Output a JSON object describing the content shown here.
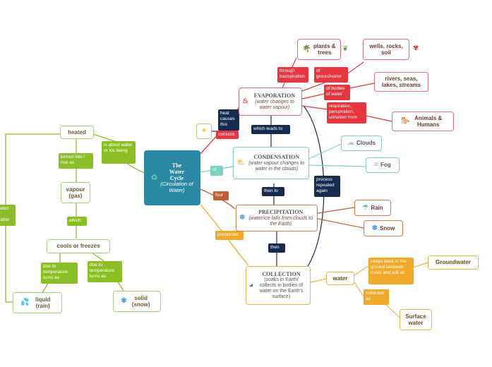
{
  "center": {
    "line1": "The",
    "line2": "Water",
    "line3": "Cycle",
    "sub": "(Circulation of Water)"
  },
  "left": {
    "heated": "heated",
    "is_about": "is about water or ice being",
    "turned": "turned into / rise as",
    "vapour": "vapour (gas)",
    "which": "which",
    "cools": "cools or freezes",
    "due1": "due to temperature turns as",
    "due2": "due to temperature turns as",
    "liquid": "liquid (rain)",
    "solid": "solid (snow)",
    "states": "states of matter"
  },
  "evaporation": {
    "title": "EVAPORATION",
    "desc": "(water changes to water vapour)"
  },
  "condensation": {
    "title": "CONDENSATION",
    "desc": "(water vapour changes to water in the clouds)"
  },
  "precipitation": {
    "title": "PRECIPITATION",
    "desc": "(water/ice falls from clouds to the Earth)"
  },
  "collection": {
    "title": "COLLECTION",
    "desc": "(soaks in Earth/ collects in bodies of water on the Earth's surface)"
  },
  "labels": {
    "heat": "heat causes this",
    "consists": "consists",
    "of": "of",
    "four": "four",
    "processes": "processes",
    "leads": "which leads to",
    "then_to": "then to",
    "then": "then",
    "repeated": "process repeated again",
    "transpiration": "through transpiration",
    "of_groundwater": "of groundwater",
    "of_bodies": "of bodies of water",
    "respiration": "respiration, perspiration, urination from",
    "seeps": "seeps back in the ground between rocks and soil as",
    "collected": "collected as"
  },
  "right": {
    "plants": "plants & trees",
    "wells": "wells, rocks, soil",
    "rivers": "rivers, seas, lakes, streams",
    "animals": "Animals & Humans",
    "clouds": "Clouds",
    "fog": "Fog",
    "rain": "Rain",
    "snow": "Snow",
    "water": "water",
    "groundwater": "Groundwater",
    "surface": "Surface water"
  },
  "colors": {
    "green": "#8cbf26",
    "red": "#e8363e",
    "navy": "#152c50",
    "teal": "#2a8aa6",
    "orange": "#f0a929",
    "brown": "#c0603a"
  }
}
